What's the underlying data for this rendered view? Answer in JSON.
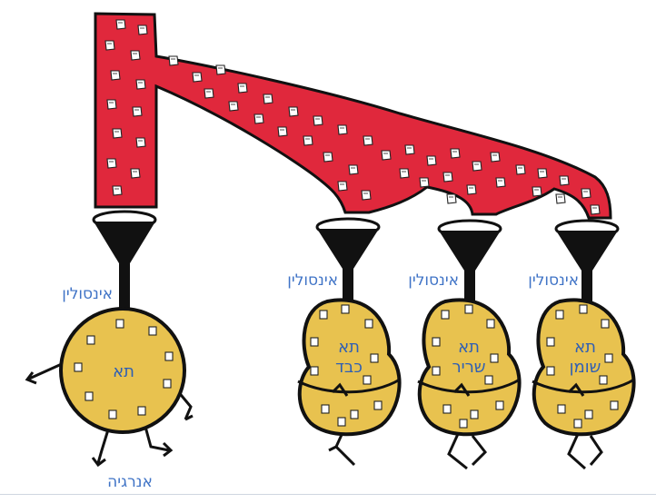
{
  "labels": {
    "insulin_main": "אינסולין",
    "insulin_liver": "אינסולין",
    "insulin_muscle": "אינסולין",
    "insulin_fat": "אינסולין",
    "energy": "אנרגיה"
  },
  "cells": {
    "main": {
      "line1": "תא"
    },
    "liver": {
      "line1": "תא",
      "line2": "כבד"
    },
    "muscle": {
      "line1": "תא",
      "line2": "שריר"
    },
    "fat": {
      "line1": "תא",
      "line2": "שומן"
    }
  },
  "colors": {
    "blood_vessel": "#e0283c",
    "cell_fill": "#e8c24f",
    "funnel": "#111111",
    "label": "#3f73c6"
  }
}
